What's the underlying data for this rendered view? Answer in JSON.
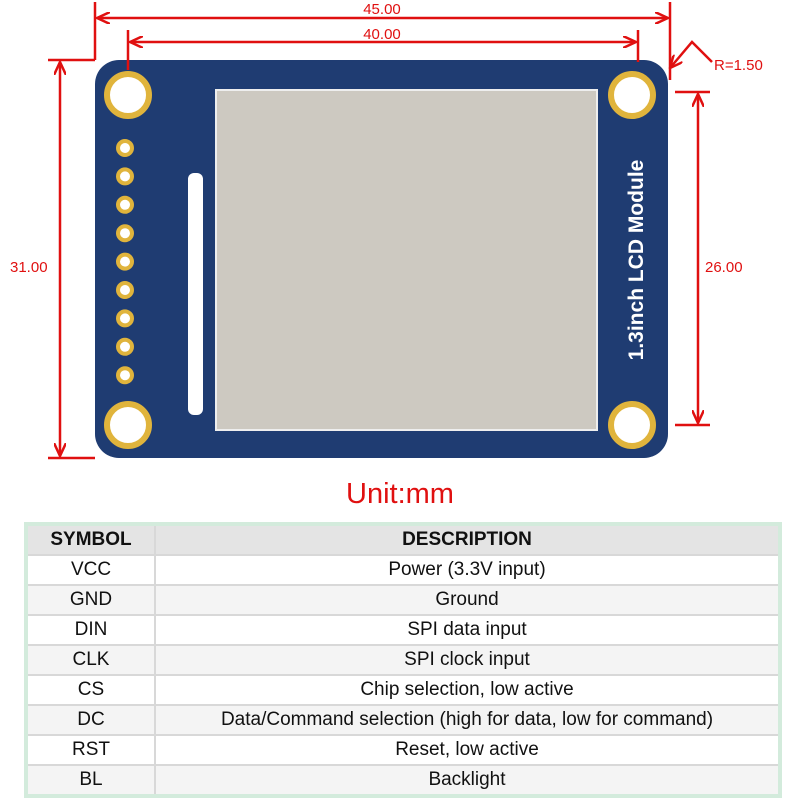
{
  "diagram": {
    "title": "1.3inch LCD Module",
    "dimensions": {
      "width_outer": "45.00",
      "width_holes": "40.00",
      "height_outer": "31.00",
      "height_holes": "26.00",
      "corner_radius": "R=1.50"
    },
    "unit": "Unit:mm",
    "colors": {
      "pcb": "#1f3c72",
      "pad": "#e0b43c",
      "screen": "#cdc9c1",
      "dimension": "#e01010"
    }
  },
  "table": {
    "headers": [
      "SYMBOL",
      "DESCRIPTION"
    ],
    "rows": [
      [
        "VCC",
        "Power (3.3V input)"
      ],
      [
        "GND",
        "Ground"
      ],
      [
        "DIN",
        "SPI data input"
      ],
      [
        "CLK",
        "SPI clock input"
      ],
      [
        "CS",
        "Chip selection, low active"
      ],
      [
        "DC",
        "Data/Command selection (high for data, low for command)"
      ],
      [
        "RST",
        "Reset, low active"
      ],
      [
        "BL",
        "Backlight"
      ]
    ]
  }
}
